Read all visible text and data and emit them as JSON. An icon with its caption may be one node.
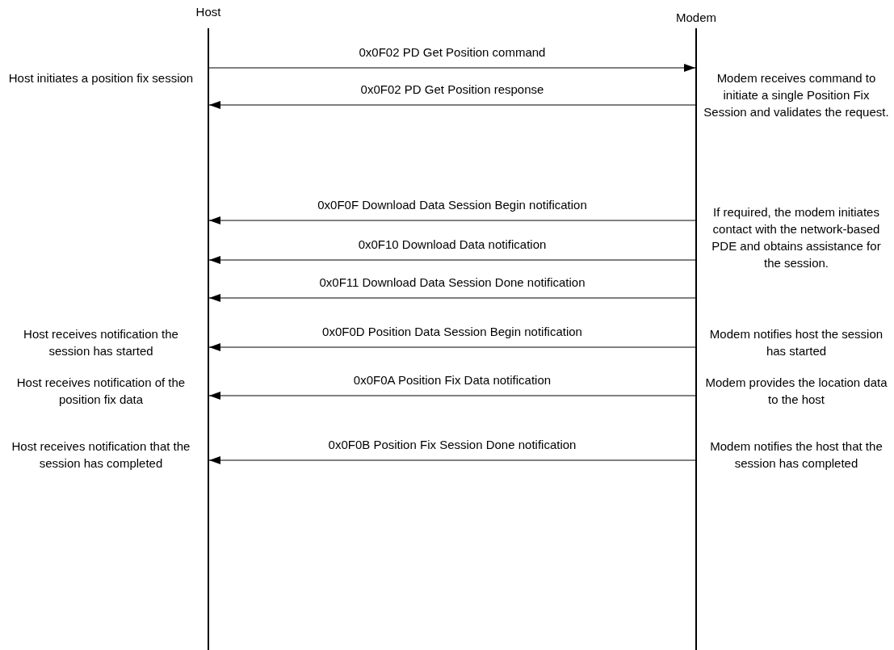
{
  "diagram": {
    "nodes": [
      {
        "text": [
          "Host"
        ]
      },
      {
        "text": [
          "Modem"
        ]
      }
    ],
    "edges": [
      {
        "from": 0,
        "to": 1,
        "arrow": "to",
        "label": "0x0F02 PD Get Position command"
      },
      {
        "from": 1,
        "to": 0,
        "arrow": "to",
        "label": "0x0F02 PD Get Position response"
      },
      {
        "from": 1,
        "to": 0,
        "arrow": "to",
        "label": "0x0F0F Download Data Session Begin notification"
      },
      {
        "from": 1,
        "to": 0,
        "arrow": "to",
        "label": "0x0F10 Download Data notification"
      },
      {
        "from": 1,
        "to": 0,
        "arrow": "to",
        "label": "0x0F11 Download Data Session Done notification"
      },
      {
        "from": 1,
        "to": 0,
        "arrow": "to",
        "label": "0x0F0D Position Data Session Begin notification"
      },
      {
        "from": 1,
        "to": 0,
        "arrow": "to",
        "label": "0x0F0A Position Fix Data notification"
      },
      {
        "from": 1,
        "to": 0,
        "arrow": "to",
        "label": "0x0F0B Position Fix Session Done notification"
      }
    ],
    "labels": [
      "Host initiates a position fix session",
      "Modem receives command to initiate a single Position Fix Session and validates the request.",
      "If required, the modem initiates contact with the network-based PDE and obtains assistance for the session.",
      "Host receives notification the session has started",
      "Modem notifies host the session has started",
      "Host receives notification of the position fix data",
      "Modem provides the location data to the host",
      "Host receives notification that the session has completed",
      "Modem notifies the host that the session has completed"
    ]
  }
}
